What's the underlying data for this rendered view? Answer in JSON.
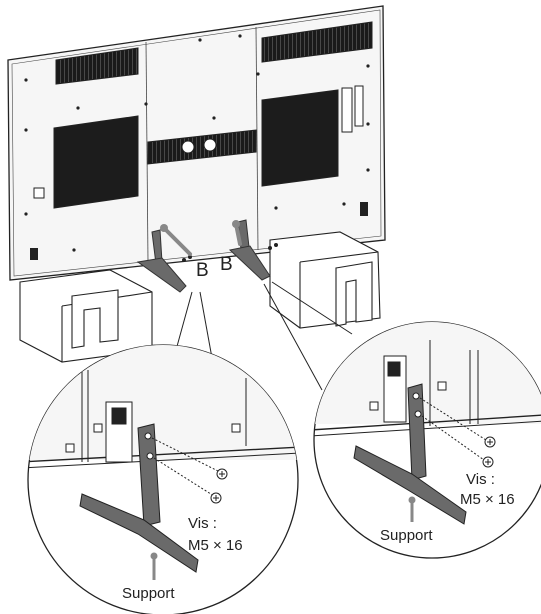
{
  "callouts": {
    "bolt_label": "B"
  },
  "detail_left": {
    "screw_label_line1": "Vis :",
    "screw_label_line2": "M5 × 16",
    "part_label": "Support"
  },
  "detail_right": {
    "screw_label_line1": "Vis :",
    "screw_label_line2": "M5 × 16",
    "part_label": "Support"
  },
  "colors": {
    "line": "#222222",
    "panel": "#f6f6f6",
    "vent": "#1a1a1a",
    "stand": "#666666",
    "box": "#ffffff"
  }
}
